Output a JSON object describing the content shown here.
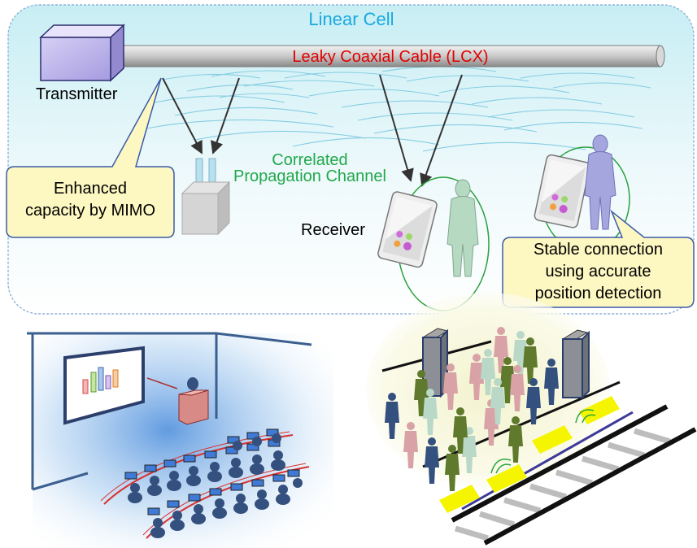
{
  "panel_title": "Linear Cell",
  "cable_label": "Leaky Coaxial Cable (LCX)",
  "transmitter_label": "Transmitter",
  "receiver_label": "Receiver",
  "channel_label_line1": "Correlated",
  "channel_label_line2": "Propagation Channel",
  "callout_mimo": "Enhanced\ncapacity by MIMO",
  "callout_position": "Stable connection\nusing accurate\nposition detection",
  "colors": {
    "title": "#1aa9e0",
    "cable_label": "#e00000",
    "channel_label": "#21a84a",
    "callout_fill": "#fdf7c2",
    "callout_border": "#3b5ba8",
    "panel_border": "#8fb3d9",
    "wave": "#7ec8e0",
    "person_navy": "#34507e",
    "person_pink": "#d9a2a6",
    "person_olive": "#5f7a2c",
    "person_mint": "#b9d8c8",
    "highlight_yellow": "#f5f500"
  },
  "icons": [
    "transmitter-box-icon",
    "lcx-cable-icon",
    "mimo-antenna-icon",
    "tablet-icon",
    "person-icon",
    "presentation-screen-icon",
    "laptop-icon",
    "gate-pillar-icon",
    "rail-track-icon"
  ]
}
